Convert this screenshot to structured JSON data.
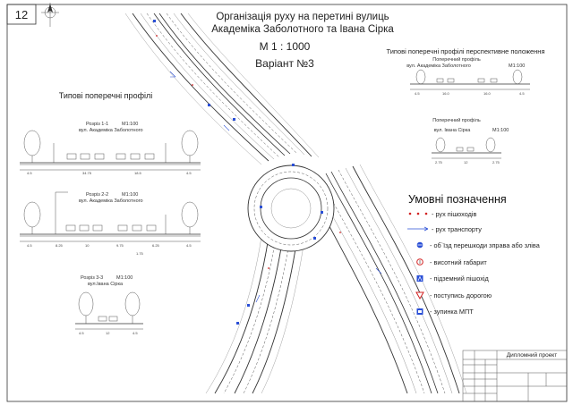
{
  "sheet_number": "12",
  "title": {
    "line1": "Організація руху на перетині вулиць",
    "line2": "Академіка Заболотного та Івана Сірка",
    "scale": "М 1 : 1000",
    "variant": "Варіант №3"
  },
  "left_profiles": {
    "heading": "Типові поперечні профілі",
    "section1": {
      "label": "Розріз 1-1",
      "scale": "М1:100",
      "street": "вул. Академіка Заболотного",
      "dims": [
        "4.5",
        "34.75",
        "18.5",
        "4.5"
      ]
    },
    "section2": {
      "label": "Розріз 2-2",
      "scale": "М1:100",
      "street": "вул. Академіка Заболотного",
      "dims": [
        "4.5",
        "8.25",
        "10",
        "9.75",
        "6.25",
        "4.5"
      ],
      "extra": "1.75"
    },
    "section3": {
      "label": "Розріз 3-3",
      "scale": "М1:100",
      "street": "вул.Івана Сірка",
      "dims": [
        "4.5",
        "12",
        "4.5"
      ]
    }
  },
  "right_profiles": {
    "heading": "Типові поперечні профілі перспективне положення",
    "profile1": {
      "label": "Поперечний профіль",
      "street": "вул. Академіка Заболотного",
      "scale": "М1:100",
      "dims": [
        "4.5",
        "16.0",
        "16.0",
        "4.5"
      ]
    },
    "profile2": {
      "label": "Поперечний профіль",
      "street": "вул. Івана Сірка",
      "scale": "М1:100",
      "dims": [
        "2.75",
        "12",
        "2.75"
      ]
    }
  },
  "legend": {
    "heading": "Умовні позначення",
    "items": [
      {
        "icon": "pedestrian-dots-icon",
        "label": "- рух пішоходів"
      },
      {
        "icon": "traffic-arrow-icon",
        "label": "- рух транспорту"
      },
      {
        "icon": "detour-sign-icon",
        "label": "- об`їзд перешкоди зправа або зліва"
      },
      {
        "icon": "height-limit-sign-icon",
        "label": "- висотний габарит"
      },
      {
        "icon": "underpass-sign-icon",
        "label": "- підземний пішохід"
      },
      {
        "icon": "yield-sign-icon",
        "label": "- поступись дорогою"
      },
      {
        "icon": "bus-stop-sign-icon",
        "label": "- зупинка МПТ"
      }
    ]
  },
  "stamp": {
    "title": "Дипломний проект"
  },
  "colors": {
    "ink": "#333333",
    "red": "#d22020",
    "blue": "#2a4fd6"
  }
}
